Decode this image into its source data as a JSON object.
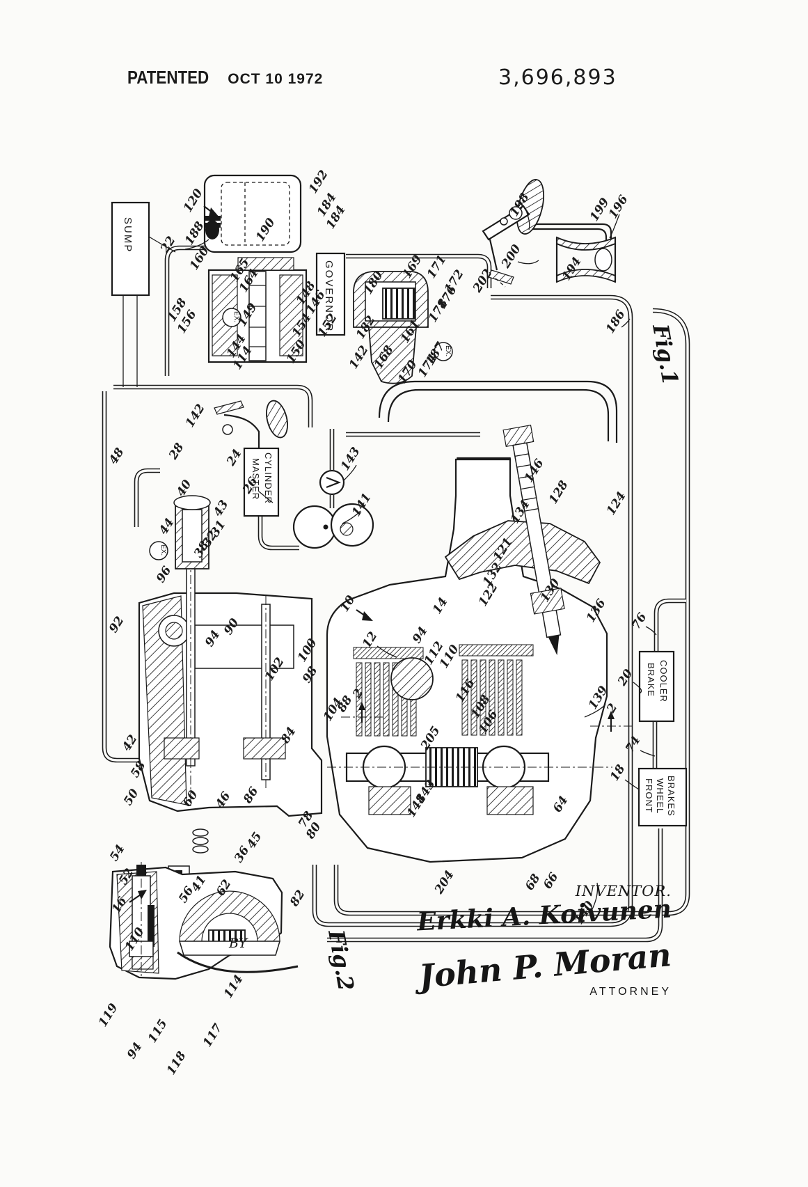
{
  "header": {
    "patented_label": "PATENTED",
    "date": "OCT 10 1972",
    "patent_number": "3,696,893"
  },
  "figures": {
    "fig1_label": "Fig.1",
    "fig2_label": "Fig.2"
  },
  "component_boxes": {
    "sump": {
      "label": "SUMP"
    },
    "governor": {
      "label": "GOVERNOR"
    },
    "master_cylinder": {
      "line1": "MASTER",
      "line2": "CYLINDER"
    },
    "brake_cooler": {
      "line1": "BRAKE",
      "line2": "COOLER"
    },
    "front_wheel_brakes": {
      "line1": "FRONT",
      "line2": "WHEEL",
      "line3": "BRAKES"
    }
  },
  "symbols": {
    "exhaust_label": "EX."
  },
  "signature_block": {
    "inventor_title": "INVENTOR.",
    "inventor_name": "Erkki A. Koivunen",
    "by_label": "BY",
    "attorney_signature": "John P. Moran",
    "attorney_title": "ATTORNEY"
  },
  "ink_color": "#1b1b1b",
  "reference_numerals": [
    [
      "120",
      282,
      291
    ],
    [
      "22",
      246,
      354
    ],
    [
      "188",
      284,
      338
    ],
    [
      "160",
      291,
      374
    ],
    [
      "190",
      386,
      333
    ],
    [
      "192",
      462,
      264
    ],
    [
      "184",
      474,
      297
    ],
    [
      "184",
      487,
      315
    ],
    [
      "165",
      349,
      391
    ],
    [
      "164",
      362,
      406
    ],
    [
      "158",
      259,
      448
    ],
    [
      "156",
      273,
      465
    ],
    [
      "148",
      444,
      424
    ],
    [
      "146",
      458,
      437
    ],
    [
      "154",
      438,
      470
    ],
    [
      "152",
      475,
      470
    ],
    [
      "149",
      360,
      455
    ],
    [
      "144",
      344,
      500
    ],
    [
      "114",
      353,
      517
    ],
    [
      "150",
      430,
      508
    ],
    [
      "182",
      530,
      473
    ],
    [
      "180",
      541,
      409
    ],
    [
      "142",
      520,
      516
    ],
    [
      "169",
      597,
      386
    ],
    [
      "171",
      632,
      386
    ],
    [
      "161",
      594,
      479
    ],
    [
      "172",
      657,
      407
    ],
    [
      "176",
      647,
      430
    ],
    [
      "178",
      634,
      449
    ],
    [
      "170",
      590,
      537
    ],
    [
      "174",
      619,
      528
    ],
    [
      "187",
      630,
      511
    ],
    [
      "168",
      556,
      516
    ],
    [
      "186",
      889,
      465
    ],
    [
      "142",
      285,
      600
    ],
    [
      "24",
      341,
      660
    ],
    [
      "26",
      364,
      700
    ],
    [
      "28",
      258,
      651
    ],
    [
      "143",
      508,
      662
    ],
    [
      "141",
      524,
      728
    ],
    [
      "48",
      172,
      658
    ],
    [
      "198",
      751,
      297
    ],
    [
      "199",
      866,
      304
    ],
    [
      "200",
      739,
      371
    ],
    [
      "194",
      826,
      389
    ],
    [
      "196",
      893,
      300
    ],
    [
      "202",
      698,
      406
    ],
    [
      "40",
      269,
      704
    ],
    [
      "44",
      244,
      759
    ],
    [
      "43",
      322,
      733
    ],
    [
      "31",
      318,
      762
    ],
    [
      "32",
      306,
      777
    ],
    [
      "38",
      294,
      792
    ],
    [
      "96",
      240,
      828
    ],
    [
      "92",
      172,
      900
    ],
    [
      "94",
      310,
      920
    ],
    [
      "90",
      337,
      903
    ],
    [
      "10",
      504,
      870
    ],
    [
      "12",
      536,
      922
    ],
    [
      "14",
      637,
      873
    ],
    [
      "94",
      608,
      915
    ],
    [
      "112",
      628,
      941
    ],
    [
      "110",
      650,
      946
    ],
    [
      "116",
      673,
      995
    ],
    [
      "100",
      446,
      937
    ],
    [
      "98",
      450,
      972
    ],
    [
      "88",
      500,
      1014
    ],
    [
      "2",
      519,
      999
    ],
    [
      "42",
      191,
      1070
    ],
    [
      "58",
      203,
      1108
    ],
    [
      "50",
      193,
      1148
    ],
    [
      "54",
      173,
      1228
    ],
    [
      "60",
      278,
      1150
    ],
    [
      "46",
      325,
      1152
    ],
    [
      "86",
      365,
      1145
    ],
    [
      "36",
      352,
      1230
    ],
    [
      "45",
      370,
      1210
    ],
    [
      "52",
      186,
      1262
    ],
    [
      "56",
      272,
      1288
    ],
    [
      "41",
      290,
      1272
    ],
    [
      "62",
      326,
      1278
    ],
    [
      "82",
      432,
      1293
    ],
    [
      "16",
      176,
      1303
    ],
    [
      "78",
      444,
      1180
    ],
    [
      "80",
      455,
      1196
    ],
    [
      "84",
      419,
      1059
    ],
    [
      "102",
      399,
      964
    ],
    [
      "104",
      483,
      1022
    ],
    [
      "108",
      695,
      1018
    ],
    [
      "106",
      706,
      1040
    ],
    [
      "205",
      623,
      1063
    ],
    [
      "143",
      616,
      1140
    ],
    [
      "148",
      603,
      1160
    ],
    [
      "204",
      643,
      1270
    ],
    [
      "68",
      770,
      1270
    ],
    [
      "66",
      796,
      1268
    ],
    [
      "140",
      844,
      1314
    ],
    [
      "64",
      810,
      1158
    ],
    [
      "146",
      772,
      679
    ],
    [
      "128",
      807,
      710
    ],
    [
      "134",
      752,
      738
    ],
    [
      "124",
      890,
      726
    ],
    [
      "121",
      727,
      792
    ],
    [
      "132",
      712,
      828
    ],
    [
      "130",
      795,
      851
    ],
    [
      "136",
      861,
      880
    ],
    [
      "122",
      706,
      857
    ],
    [
      "139",
      864,
      1005
    ],
    [
      "2",
      884,
      1020
    ],
    [
      "20",
      903,
      976
    ],
    [
      "76",
      923,
      895
    ],
    [
      "74",
      914,
      1072
    ],
    [
      "18",
      892,
      1113
    ],
    [
      "110",
      198,
      1352
    ],
    [
      "119",
      160,
      1461
    ],
    [
      "115",
      231,
      1484
    ],
    [
      "94",
      198,
      1512
    ],
    [
      "118",
      258,
      1530
    ],
    [
      "117",
      310,
      1490
    ],
    [
      "114",
      340,
      1420
    ]
  ]
}
